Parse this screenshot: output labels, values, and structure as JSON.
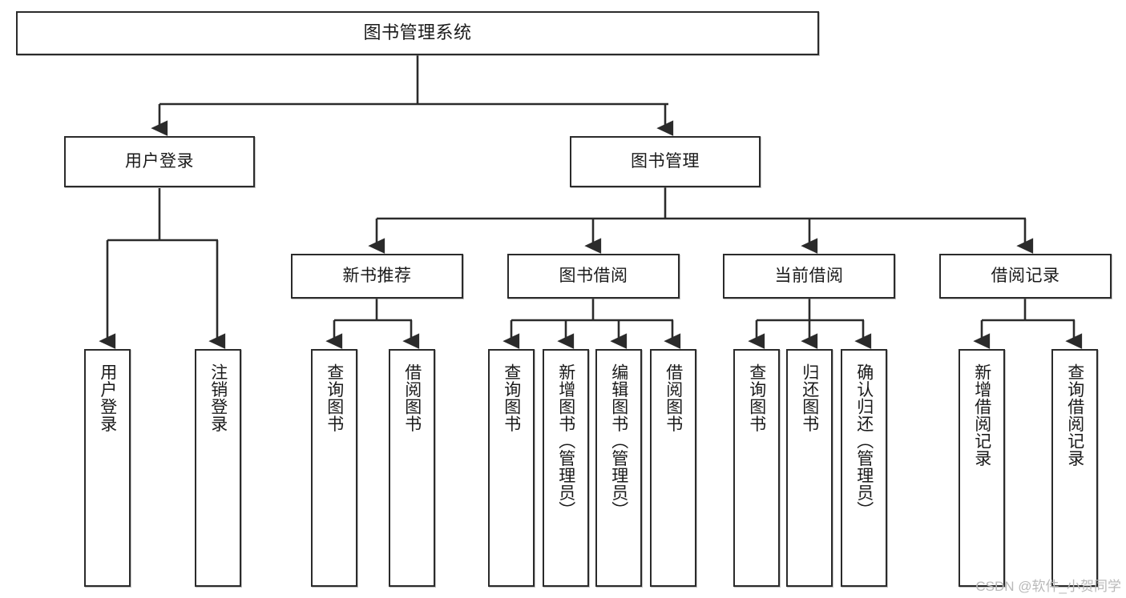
{
  "diagram": {
    "title": "图书管理系统",
    "type": "tree-hierarchy",
    "watermark": "CSDN @软件_小贺同学",
    "colors": {
      "stroke": "#2b2b2b",
      "fill": "#ffffff",
      "text": "#1a1a1a",
      "watermark": "#b9b9b9"
    }
  },
  "nodes": {
    "root": {
      "label": "图书管理系统",
      "orientation": "horizontal"
    },
    "level2": [
      {
        "id": "user-login",
        "label": "用户登录",
        "orientation": "horizontal"
      },
      {
        "id": "book-manage",
        "label": "图书管理",
        "orientation": "horizontal"
      }
    ],
    "level3": [
      {
        "id": "new-book-recommend",
        "label": "新书推荐",
        "orientation": "horizontal"
      },
      {
        "id": "book-borrow",
        "label": "图书借阅",
        "orientation": "horizontal"
      },
      {
        "id": "current-borrow",
        "label": "当前借阅",
        "orientation": "horizontal"
      },
      {
        "id": "borrow-record",
        "label": "借阅记录",
        "orientation": "horizontal"
      }
    ],
    "leaves": {
      "user-login": [
        {
          "id": "leaf-user-login",
          "label": "用户登录",
          "orientation": "vertical"
        },
        {
          "id": "leaf-logout",
          "label": "注销登录",
          "orientation": "vertical"
        }
      ],
      "new-book-recommend": [
        {
          "id": "leaf-query-book-1",
          "label": "查询图书",
          "orientation": "vertical"
        },
        {
          "id": "leaf-borrow-book-1",
          "label": "借阅图书",
          "orientation": "vertical"
        }
      ],
      "book-borrow": [
        {
          "id": "leaf-query-book-2",
          "label": "查询图书",
          "orientation": "vertical"
        },
        {
          "id": "leaf-add-book",
          "label": "新增图书（管理员）",
          "orientation": "vertical"
        },
        {
          "id": "leaf-edit-book",
          "label": "编辑图书（管理员）",
          "orientation": "vertical"
        },
        {
          "id": "leaf-borrow-book-2",
          "label": "借阅图书",
          "orientation": "vertical"
        }
      ],
      "current-borrow": [
        {
          "id": "leaf-query-book-3",
          "label": "查询图书",
          "orientation": "vertical"
        },
        {
          "id": "leaf-return-book",
          "label": "归还图书",
          "orientation": "vertical"
        },
        {
          "id": "leaf-confirm-return",
          "label": "确认归还（管理员）",
          "orientation": "vertical"
        }
      ],
      "borrow-record": [
        {
          "id": "leaf-add-record",
          "label": "新增借阅记录",
          "orientation": "vertical"
        },
        {
          "id": "leaf-query-record",
          "label": "查询借阅记录",
          "orientation": "vertical"
        }
      ]
    }
  }
}
